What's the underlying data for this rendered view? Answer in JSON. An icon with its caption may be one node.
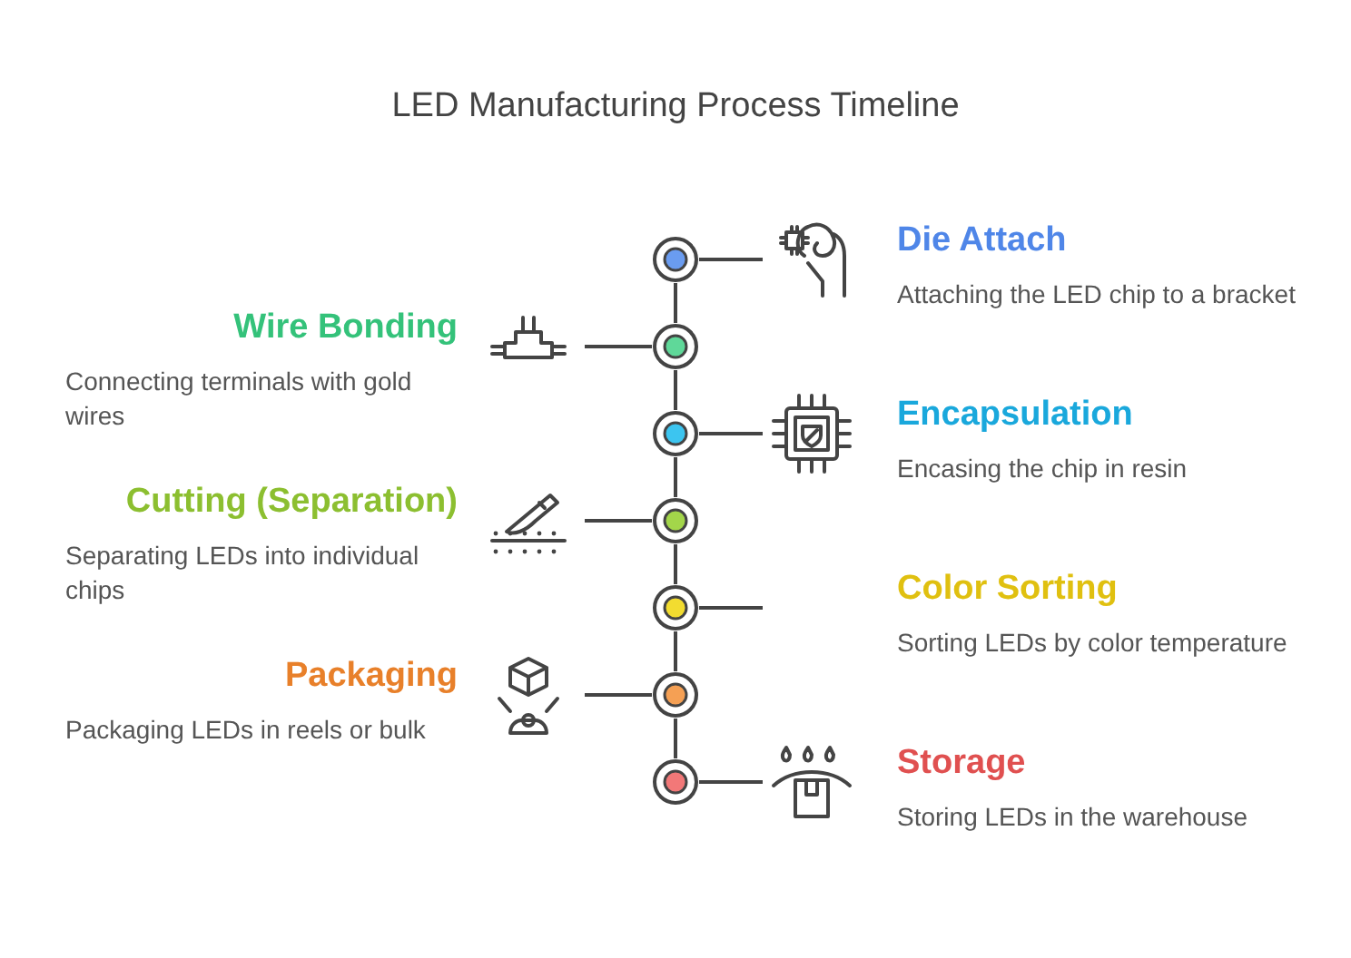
{
  "diagram": {
    "title": "LED Manufacturing Process Timeline",
    "nodes": [
      {
        "text": [
          "Die Attach",
          "Attaching the LED chip to a bracket"
        ]
      },
      {
        "text": [],
        "shape": "picture"
      },
      {
        "text": [],
        "shape": "circle"
      },
      {
        "text": [
          "Wire Bonding",
          "Connecting terminals with gold wires"
        ]
      },
      {
        "text": [],
        "shape": "picture"
      },
      {
        "text": [],
        "shape": "circle"
      },
      {
        "text": [
          "Encapsulation",
          "Encasing the chip in resin"
        ]
      },
      {
        "text": [],
        "shape": "picture"
      },
      {
        "text": [],
        "shape": "circle"
      },
      {
        "text": [
          "Cutting (Separation)",
          "Separating LEDs into individual chips"
        ]
      },
      {
        "text": [],
        "shape": "picture"
      },
      {
        "text": [],
        "shape": "circle"
      },
      {
        "text": [
          "Color Sorting",
          "Sorting LEDs by color temperature"
        ]
      },
      {
        "text": [],
        "shape": "circle"
      },
      {
        "text": [
          "Packaging",
          "Packaging LEDs in reels or bulk"
        ]
      },
      {
        "text": [],
        "shape": "picture"
      },
      {
        "text": [],
        "shape": "circle"
      },
      {
        "text": [
          "Storage",
          "Storing LEDs in the warehouse"
        ]
      },
      {
        "text": [],
        "shape": "picture"
      },
      {
        "text": [],
        "shape": "circle"
      }
    ],
    "edges": [
      {
        "from": 2,
        "to": 5,
        "arrow": "none"
      },
      {
        "from": 5,
        "to": 8,
        "arrow": "none"
      },
      {
        "from": 8,
        "to": 11,
        "arrow": "none"
      },
      {
        "from": 11,
        "to": 13,
        "arrow": "none"
      },
      {
        "from": 13,
        "to": 16,
        "arrow": "none"
      },
      {
        "from": 16,
        "to": 19,
        "arrow": "none"
      },
      {
        "from": 2,
        "to": 1,
        "arrow": "none"
      },
      {
        "from": 5,
        "to": 4,
        "arrow": "none"
      },
      {
        "from": 8,
        "to": 7,
        "arrow": "none"
      },
      {
        "from": 11,
        "to": 10,
        "arrow": "none"
      },
      {
        "from": 13,
        "to": null,
        "arrow": "none"
      },
      {
        "from": 16,
        "to": 15,
        "arrow": "none"
      },
      {
        "from": 19,
        "to": 18,
        "arrow": "none"
      }
    ]
  }
}
